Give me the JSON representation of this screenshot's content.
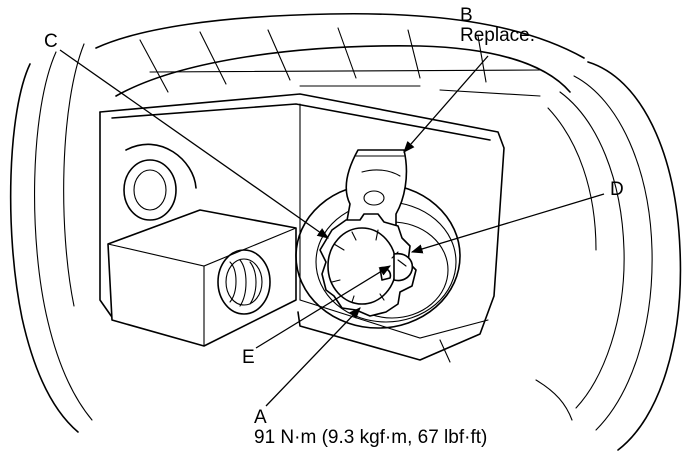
{
  "labels": {
    "a": {
      "letter": "A",
      "note": "91 N·m (9.3 kgf·m, 67 lbf·ft)"
    },
    "b": {
      "letter": "B",
      "note": "Replace."
    },
    "c": {
      "letter": "C"
    },
    "d": {
      "letter": "D"
    },
    "e": {
      "letter": "E"
    }
  },
  "colors": {
    "ink": "#000000",
    "paper": "#ffffff"
  }
}
